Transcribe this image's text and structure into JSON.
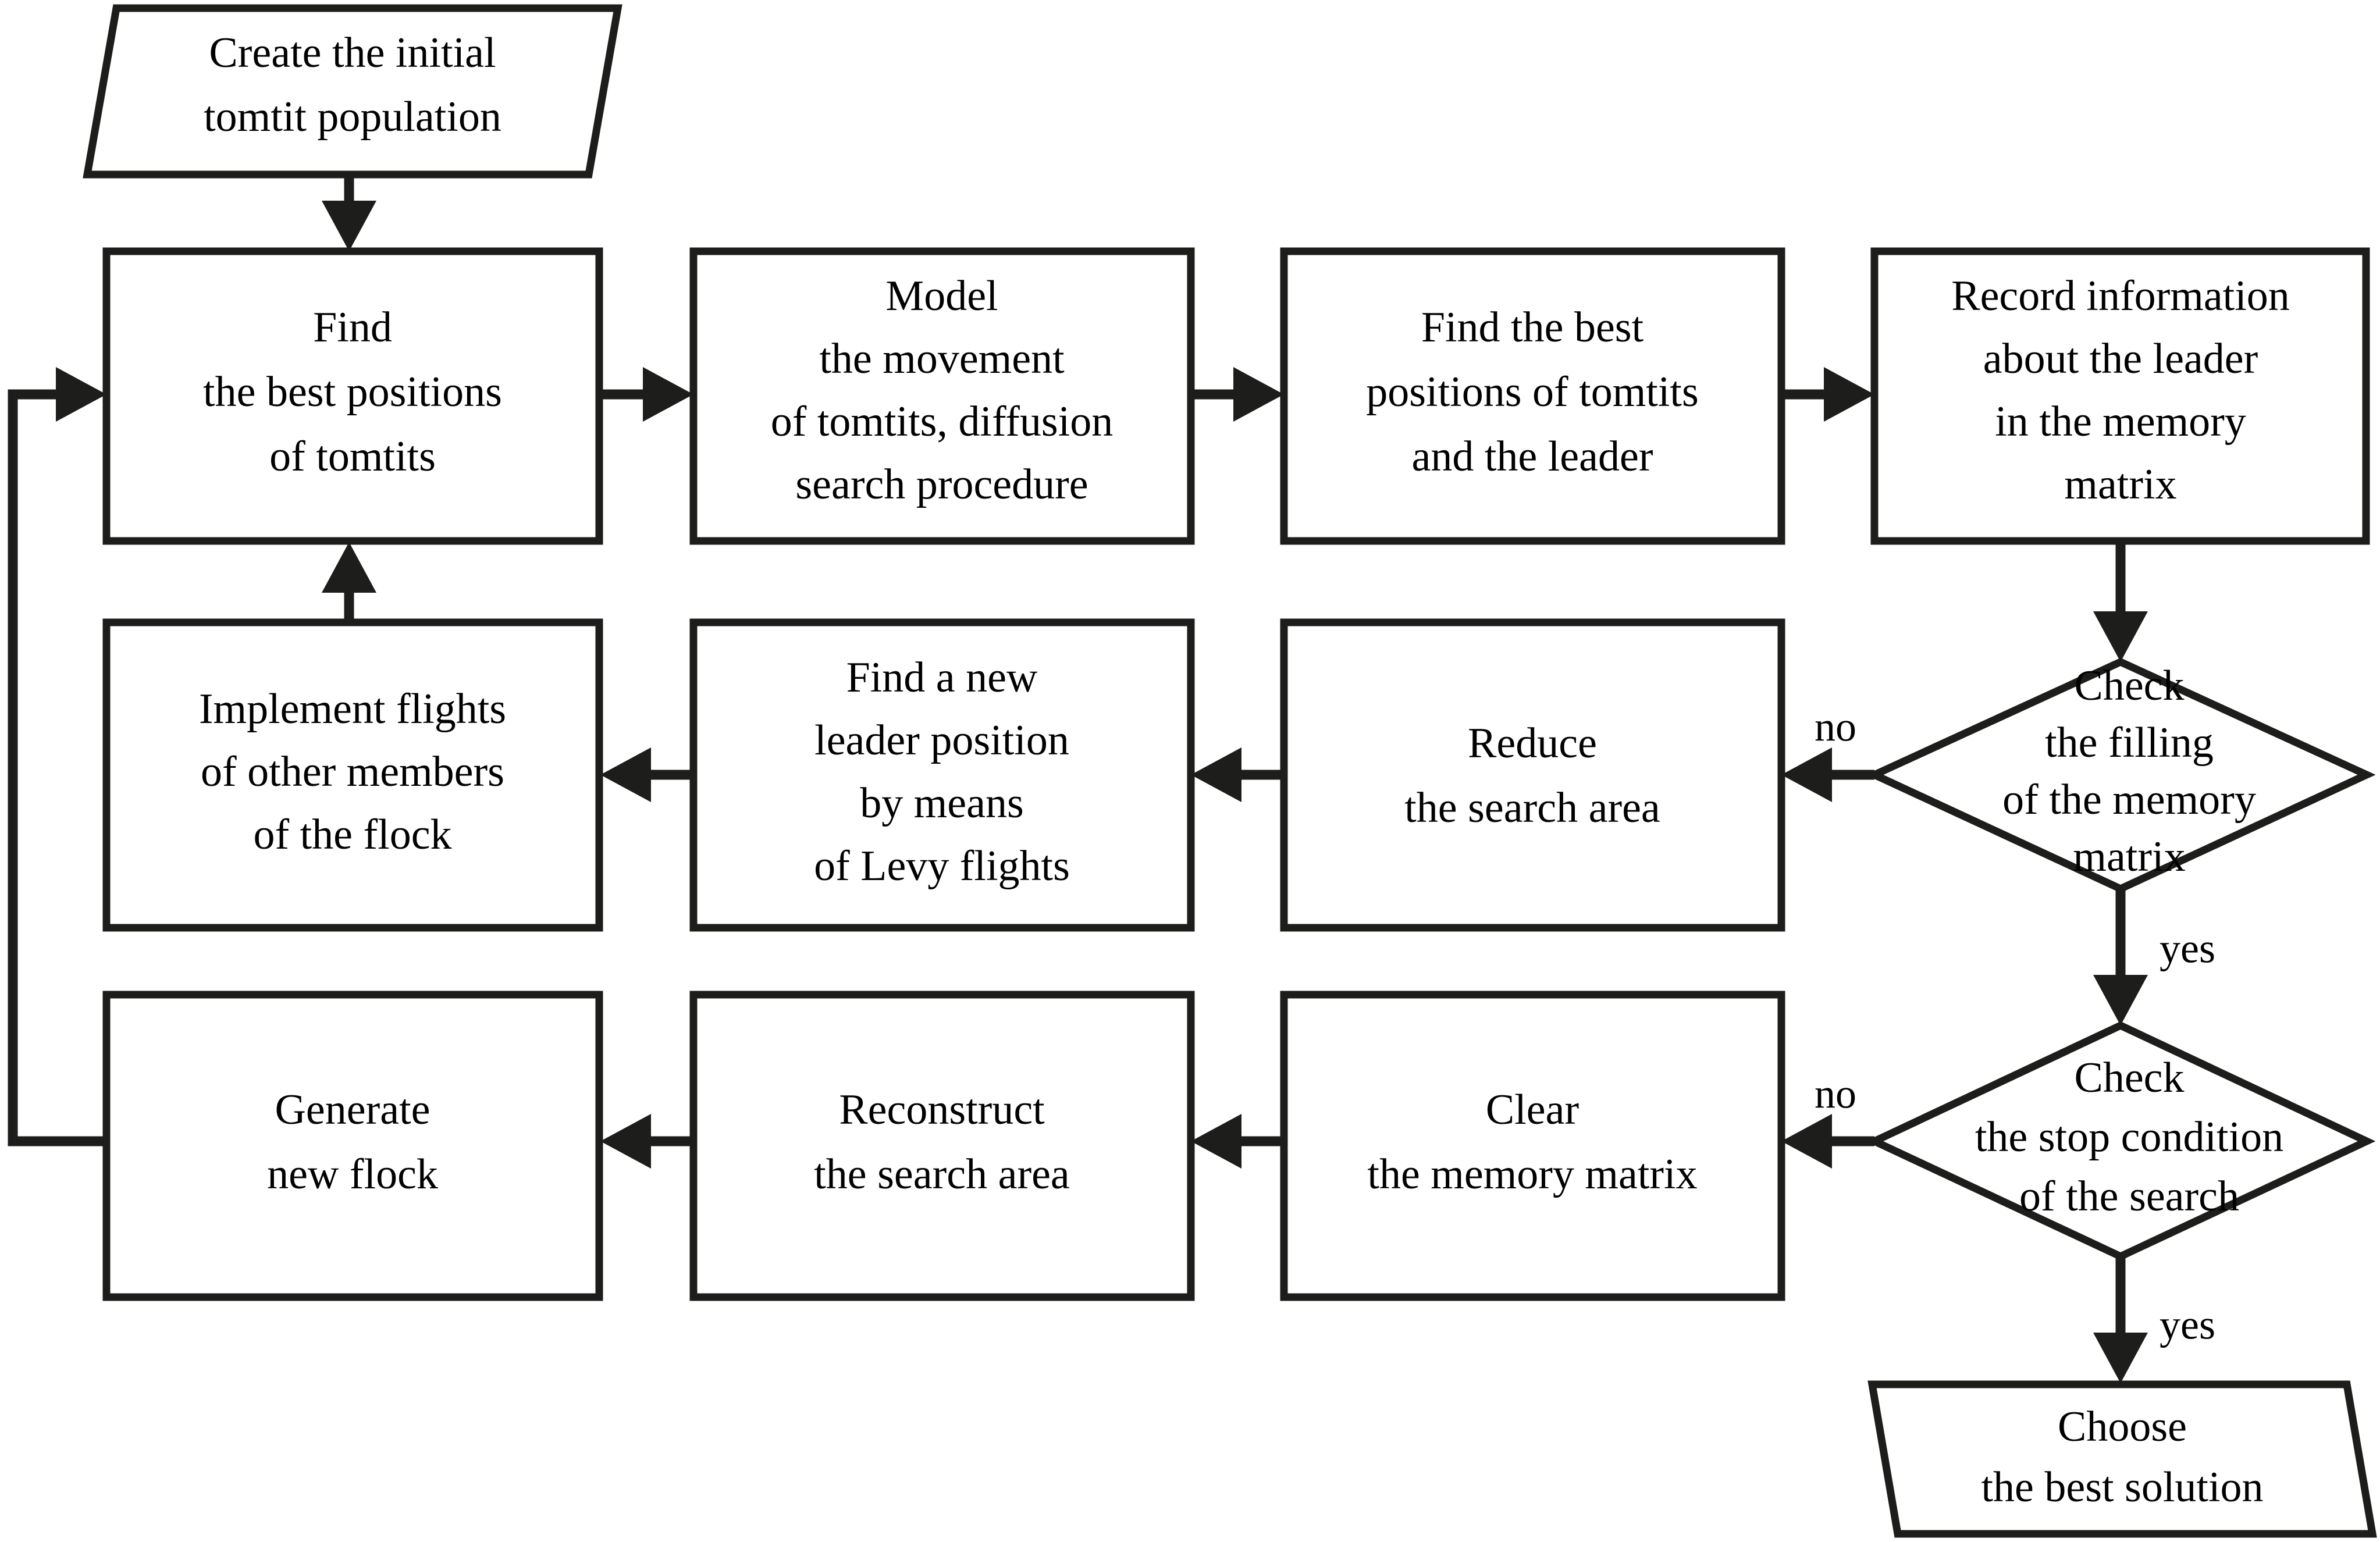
{
  "diagram": {
    "title": "Tomtit flocking optimization algorithm flowchart",
    "orientation": "serpentine-left-to-right",
    "line_color": "#1d1d1b",
    "fill_color": "#ffffff",
    "text_color": "#000000"
  },
  "nodes": {
    "start": {
      "shape": "parallelogram",
      "line1": "Create the initial",
      "line2": "tomtit population"
    },
    "find_best_positions": {
      "shape": "rectangle",
      "line1": "Find",
      "line2": "the best positions",
      "line3": "of tomtits"
    },
    "model_movement": {
      "shape": "rectangle",
      "line1": "Model",
      "line2": "the movement",
      "line3": "of tomtits, diffusion",
      "line4": "search procedure"
    },
    "find_best_and_leader": {
      "shape": "rectangle",
      "line1": "Find the best",
      "line2": "positions of tomtits",
      "line3": "and the leader"
    },
    "record_information": {
      "shape": "rectangle",
      "line1": "Record information",
      "line2": "about the leader",
      "line3": "in the memory",
      "line4": "matrix"
    },
    "check_memory_filling": {
      "shape": "diamond",
      "line1": "Check",
      "line2": "the filling",
      "line3": "of the memory",
      "line4": "matrix"
    },
    "reduce_search_area": {
      "shape": "rectangle",
      "line1": "Reduce",
      "line2": "the search area"
    },
    "find_new_leader": {
      "shape": "rectangle",
      "line1": "Find a new",
      "line2": "leader position",
      "line3": "by means",
      "line4": "of Levy flights"
    },
    "implement_flights": {
      "shape": "rectangle",
      "line1": "Implement flights",
      "line2": "of other members",
      "line3": "of the flock"
    },
    "check_stop_condition": {
      "shape": "diamond",
      "line1": "Check",
      "line2": "the stop condition",
      "line3": "of the search"
    },
    "clear_memory_matrix": {
      "shape": "rectangle",
      "line1": "Clear",
      "line2": "the memory matrix"
    },
    "reconstruct_search_area": {
      "shape": "rectangle",
      "line1": "Reconstruct",
      "line2": "the search area"
    },
    "generate_new_flock": {
      "shape": "rectangle",
      "line1": "Generate",
      "line2": "new flock"
    },
    "end": {
      "shape": "parallelogram",
      "line1": "Choose",
      "line2": "the best solution"
    }
  },
  "edge_labels": {
    "memory_no": "no",
    "memory_yes": "yes",
    "stop_no": "no",
    "stop_yes": "yes"
  }
}
